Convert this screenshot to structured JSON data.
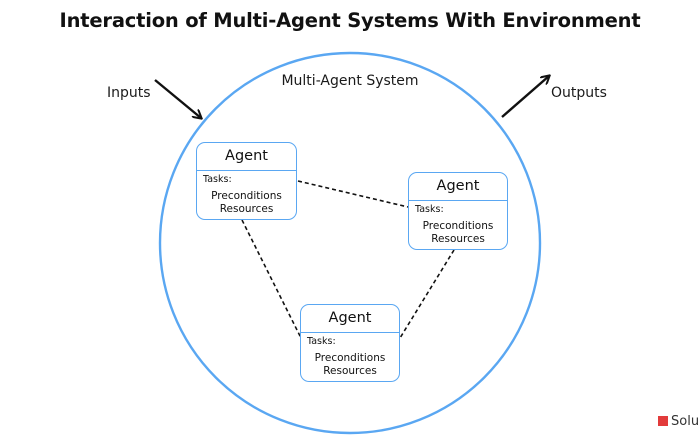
{
  "title": "Interaction of Multi-Agent Systems With Environment",
  "system_label": "Multi-Agent System",
  "inputs_label": "Inputs",
  "outputs_label": "Outputs",
  "agents": [
    {
      "name": "Agent",
      "tasks_label": "Tasks:",
      "items": [
        "Preconditions",
        "Resources"
      ]
    },
    {
      "name": "Agent",
      "tasks_label": "Tasks:",
      "items": [
        "Preconditions",
        "Resources"
      ]
    },
    {
      "name": "Agent",
      "tasks_label": "Tasks:",
      "items": [
        "Preconditions",
        "Resources"
      ]
    }
  ],
  "watermark": "Solu",
  "colors": {
    "circle": "#5aa7f2",
    "agent_border": "#5aa7f2",
    "arrow": "#111111"
  }
}
